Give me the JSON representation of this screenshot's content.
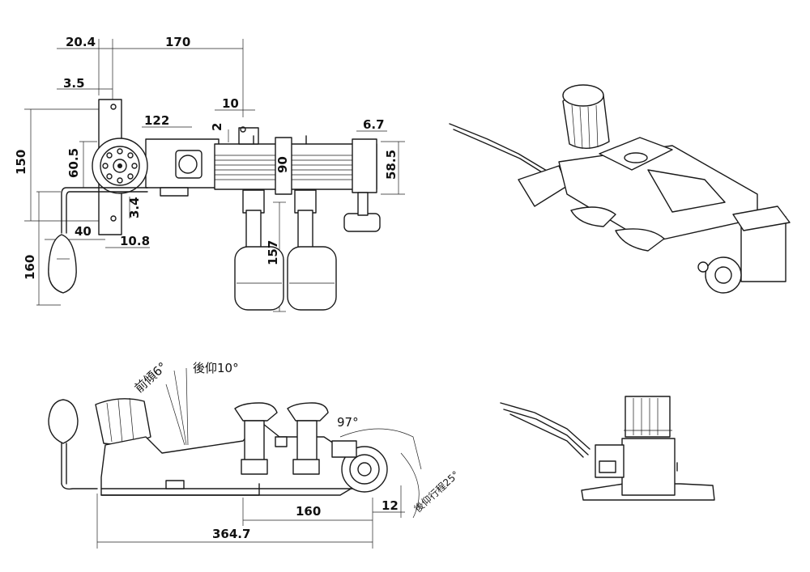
{
  "dimensions": {
    "d_20_4": "20.4",
    "d_170": "170",
    "d_3_5": "3.5",
    "d_10": "10",
    "d_122": "122",
    "d_2": "2",
    "d_6_7": "6.7",
    "d_150": "150",
    "d_60_5": "60.5",
    "d_90": "90",
    "d_58_5": "58.5",
    "d_3_4": "3.4",
    "d_40": "40",
    "d_10_8": "10.8",
    "d_157": "157",
    "d_160_left": "160",
    "d_160_bottom": "160",
    "d_12": "12",
    "d_364_7": "364.7"
  },
  "annotations": {
    "forward_tilt": "前傾6°",
    "backward_tilt": "後仰10°",
    "angle_97": "97°",
    "recline_travel": "後仰行程25°"
  }
}
